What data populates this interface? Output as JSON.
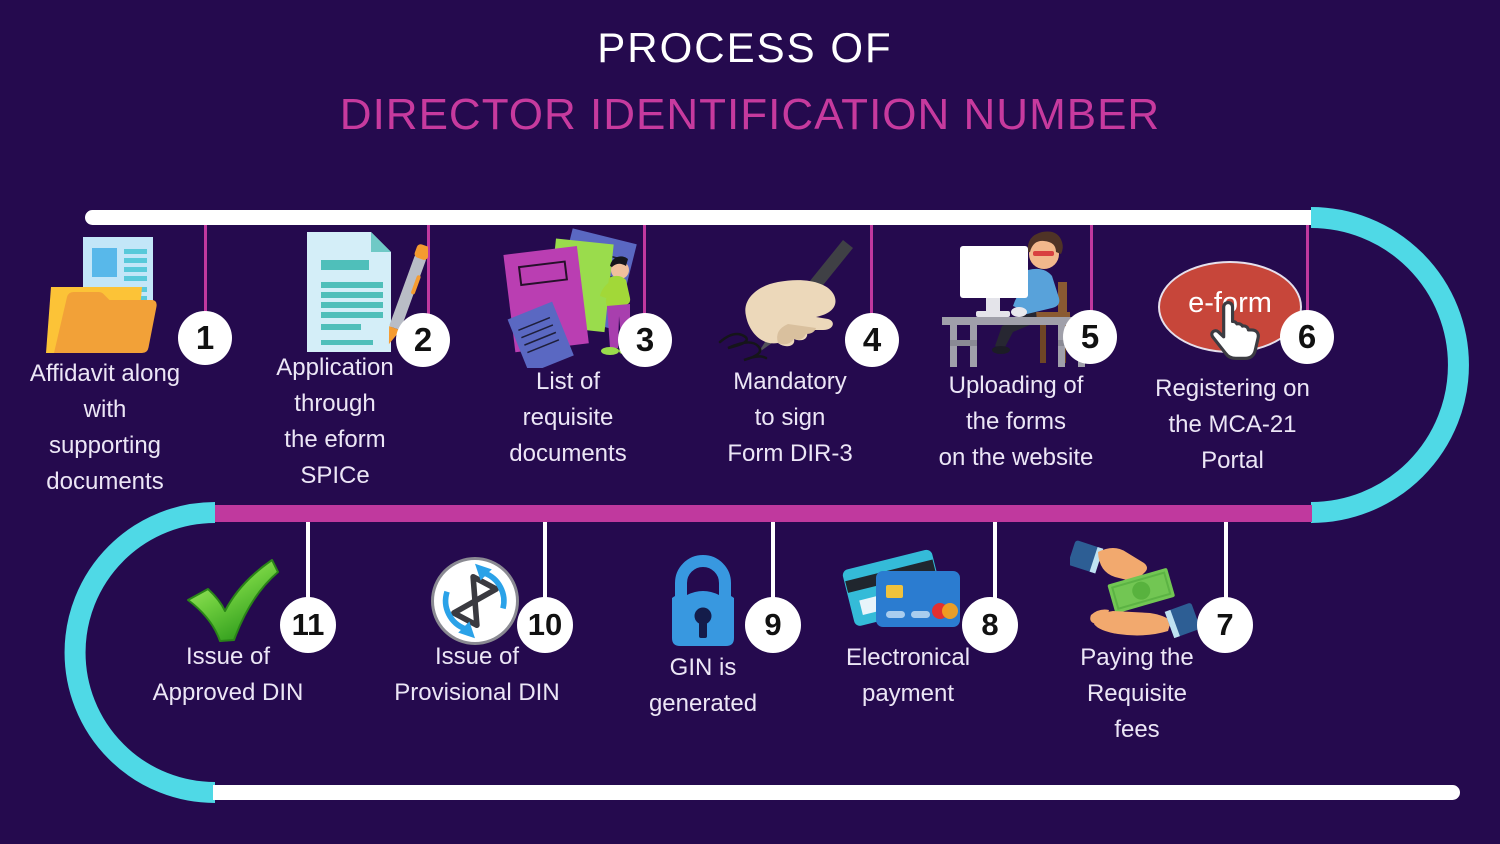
{
  "title": {
    "line1": "PROCESS OF",
    "line2": "DIRECTOR IDENTIFICATION NUMBER"
  },
  "colors": {
    "background": "#250a4e",
    "accent_magenta": "#c0399e",
    "accent_cyan": "#4fd9e6",
    "title_pink": "#c73a9e",
    "line_white": "#ffffff",
    "text": "#ece6f6"
  },
  "eform_badge": "e-form",
  "steps": [
    {
      "number": "1",
      "icon": "folder-documents-icon",
      "lines": [
        "Affidavit along",
        "with",
        "supporting",
        "documents"
      ]
    },
    {
      "number": "2",
      "icon": "eform-application-icon",
      "lines": [
        "Application",
        "through",
        "the eform",
        "SPICe"
      ]
    },
    {
      "number": "3",
      "icon": "requisite-documents-icon",
      "lines": [
        "List of",
        "requisite",
        "documents"
      ]
    },
    {
      "number": "4",
      "icon": "signing-hand-icon",
      "lines": [
        "Mandatory",
        "to sign",
        "Form DIR-3"
      ]
    },
    {
      "number": "5",
      "icon": "person-computer-icon",
      "lines": [
        "Uploading of",
        "the forms",
        "on the website"
      ]
    },
    {
      "number": "6",
      "icon": "eform-button-icon",
      "lines": [
        "Registering on",
        "the MCA-21",
        "Portal"
      ]
    },
    {
      "number": "7",
      "icon": "paying-hands-icon",
      "lines": [
        "Paying the",
        "Requisite",
        "fees"
      ]
    },
    {
      "number": "8",
      "icon": "credit-cards-icon",
      "lines": [
        "Electronical",
        "payment"
      ]
    },
    {
      "number": "9",
      "icon": "padlock-icon",
      "lines": [
        "GIN is",
        "generated"
      ]
    },
    {
      "number": "10",
      "icon": "hourglass-refresh-icon",
      "lines": [
        "Issue of",
        "Provisional DIN"
      ]
    },
    {
      "number": "11",
      "icon": "checkmark-icon",
      "lines": [
        "Issue of",
        "Approved DIN"
      ]
    }
  ]
}
